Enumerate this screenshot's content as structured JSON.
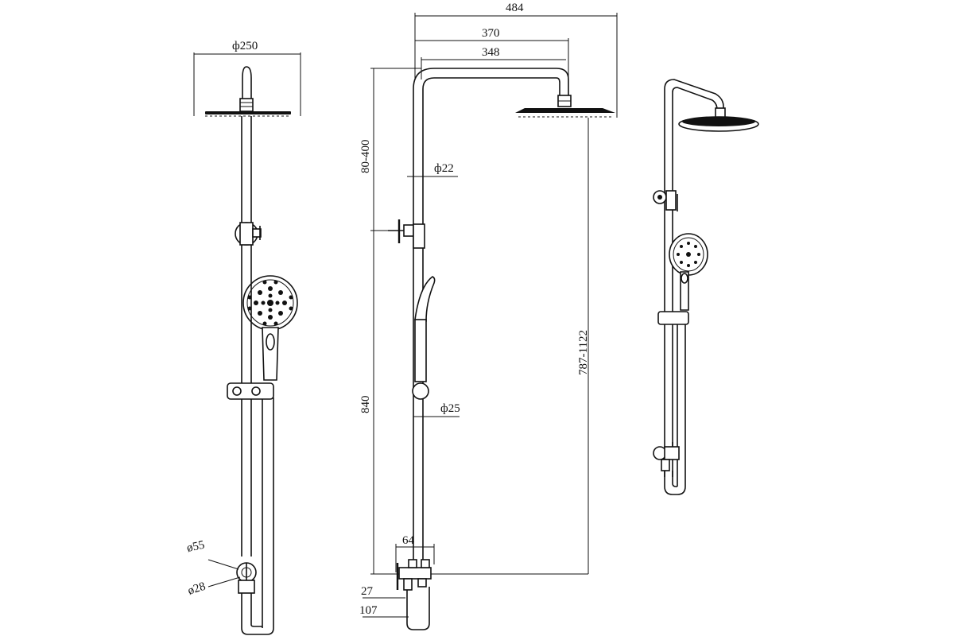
{
  "drawing": {
    "front_view": {
      "head_diameter": "ф250",
      "outlet_diameter": "ø55",
      "inlet_diameter": "ø28"
    },
    "side_view": {
      "total_width": "484",
      "arm_length_outer": "370",
      "arm_length_inner": "348",
      "top_adjust_range": "80-400",
      "upper_pipe_diameter": "ф22",
      "lower_pipe_diameter": "ф25",
      "bar_length": "840",
      "head_height_range": "787-1122",
      "mixer_width": "64",
      "mixer_offset_small": "27",
      "mixer_offset_large": "107"
    }
  }
}
